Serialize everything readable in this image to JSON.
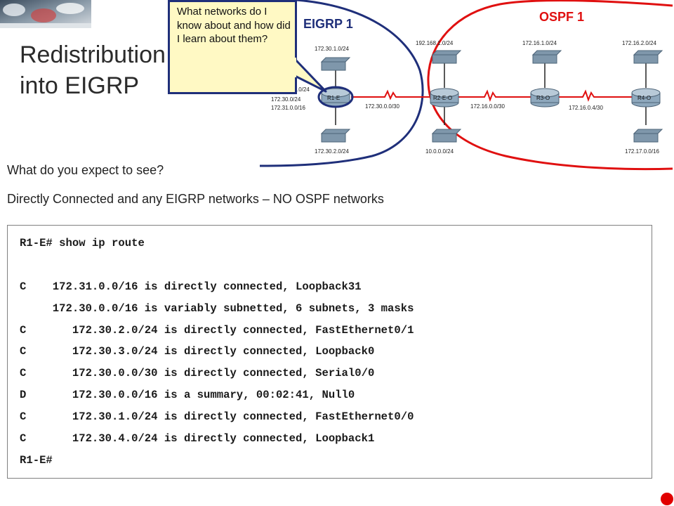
{
  "slide": {
    "title_line1": "Redistribution",
    "title_line2": "into EIGRP",
    "callout": "What networks do I know about and how did I learn about them?",
    "question": "What do you expect to see?",
    "answer": "Directly Connected and any EIGRP networks – NO OSPF networks"
  },
  "diagram": {
    "eigrp_label": "EIGRP 1",
    "ospf_label": "OSPF 1",
    "routers": {
      "r1": "R1-E",
      "r2": "R2-E-O",
      "r3": "R3-O",
      "r4": "R4-O"
    },
    "networks": {
      "n1721": "172.30.1.0/24",
      "n1722": "172.30.2.0/24",
      "n17231": "172.31.0.0/16",
      "n172x1": ".0/24",
      "n172x2": "172.30.0/24",
      "n17230serial": "172.30.0.0/30",
      "n1921681": "192.168.1.0/24",
      "n10": "10.0.0.0/24",
      "n172160": "172.16.0.0/30",
      "n172161": "172.16.1.0/24",
      "n172162": "172.16.2.0/24",
      "n1721604": "172.16.0.4/30",
      "n17217": "172.17.0.0/16"
    },
    "colors": {
      "eigrp": "#1f2f7a",
      "ospf": "#e01010",
      "link": "#e01010",
      "router": "#6f8fa8"
    }
  },
  "console": {
    "lines": [
      "R1-E# show ip route",
      "",
      "C    172.31.0.0/16 is directly connected, Loopback31",
      "     172.30.0.0/16 is variably subnetted, 6 subnets, 3 masks",
      "C       172.30.2.0/24 is directly connected, FastEthernet0/1",
      "C       172.30.3.0/24 is directly connected, Loopback0",
      "C       172.30.0.0/30 is directly connected, Serial0/0",
      "D       172.30.0.0/16 is a summary, 00:02:41, Null0",
      "C       172.30.1.0/24 is directly connected, FastEthernet0/0",
      "C       172.30.4.0/24 is directly connected, Loopback1",
      "R1-E#"
    ]
  }
}
